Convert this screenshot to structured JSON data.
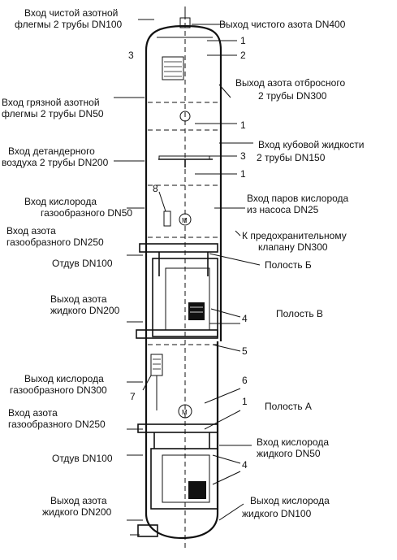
{
  "labels": {
    "pure_reflux_in_1": "Вход чистой азотной",
    "pure_reflux_in_2": "флегмы 2 трубы DN100",
    "pure_nitrogen_out": "Выход чистого азота  DN400",
    "dirty_reflux_in_1": "Вход грязной азотной",
    "dirty_reflux_in_2": "флегмы 2 трубы DN50",
    "waste_nitrogen_out_1": "Выход азота отбросного",
    "waste_nitrogen_out_2": "2 трубы DN300",
    "expander_air_in_1": "Вход детандерного",
    "expander_air_in_2": "воздуха 2 трубы DN200",
    "bottoms_liquid_in_1": "Вход кубовой жидкости",
    "bottoms_liquid_in_2": "2 трубы DN150",
    "gas_oxygen_in_1": "Вход кислорода",
    "gas_oxygen_in_2": "газообразного DN50",
    "oxygen_vapor_in_1": "Вход паров кислорода",
    "oxygen_vapor_in_2": "из насоса DN25",
    "gas_nitrogen_in_upper_1": "Вход азота",
    "gas_nitrogen_in_upper_2": "газообразного DN250",
    "safety_valve_1": "К предохранительному",
    "safety_valve_2": "клапану DN300",
    "purge_upper": "Отдув DN100",
    "cavity_b": "Полость Б",
    "liquid_nitrogen_out_upper_1": "Выход азота",
    "liquid_nitrogen_out_upper_2": "жидкого DN200",
    "cavity_v": "Полость В",
    "gas_oxygen_out_1": "Выход кислорода",
    "gas_oxygen_out_2": "газообразного DN300",
    "cavity_a": "Полость А",
    "gas_nitrogen_in_lower_1": "Вход азота",
    "gas_nitrogen_in_lower_2": "газообразного DN250",
    "liquid_oxygen_in_1": "Вход кислорода",
    "liquid_oxygen_in_2": "жидкого DN50",
    "purge_lower": "Отдув DN100",
    "liquid_nitrogen_out_lower_1": "Выход азота",
    "liquid_nitrogen_out_lower_2": "жидкого DN200",
    "liquid_oxygen_out_1": "Выход кислорода",
    "liquid_oxygen_out_2": "жидкого DN100"
  },
  "callouts": {
    "n1_a": "1",
    "n2": "2",
    "n3_left": "3",
    "n1_b": "1",
    "n3_right": "3",
    "n1_c": "1",
    "n8": "8",
    "n4_upper": "4",
    "n5": "5",
    "n6": "6",
    "n7": "7",
    "n1_d": "1",
    "n4_lower": "4"
  }
}
